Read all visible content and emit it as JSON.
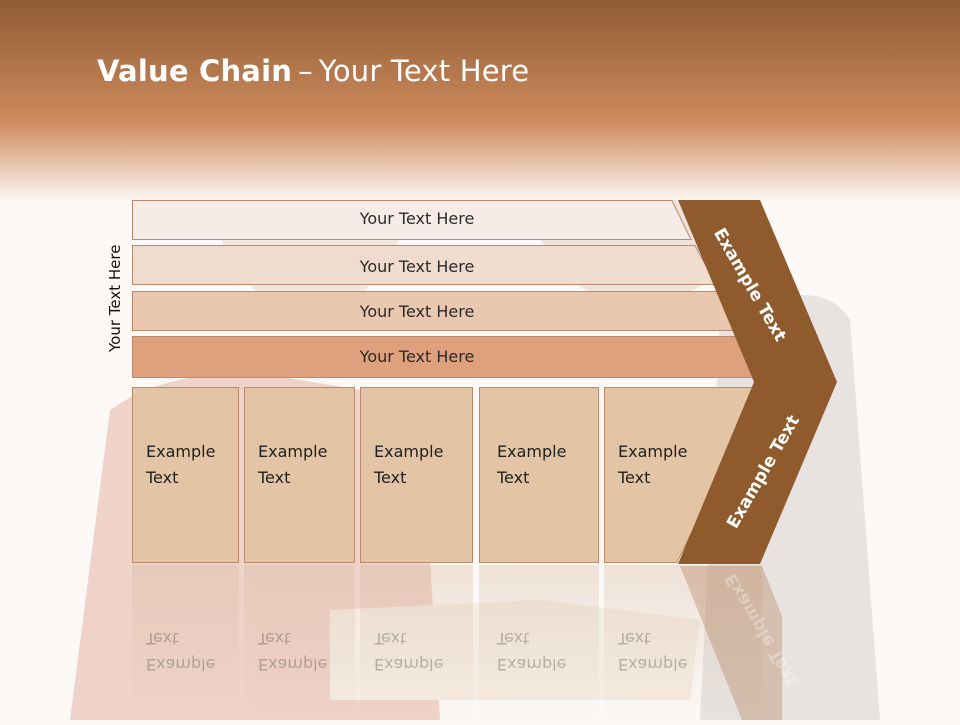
{
  "title": {
    "bold": "Value Chain",
    "dash": "–",
    "rest": "Your Text Here"
  },
  "side_label": "Your Text Here",
  "support_rows": [
    {
      "label": "Your Text Here"
    },
    {
      "label": "Your Text Here"
    },
    {
      "label": "Your Text Here"
    },
    {
      "label": "Your Text Here"
    }
  ],
  "primary_boxes": [
    {
      "line1": "Example",
      "line2": "Text"
    },
    {
      "line1": "Example",
      "line2": "Text"
    },
    {
      "line1": "Example",
      "line2": "Text"
    },
    {
      "line1": "Example",
      "line2": "Text"
    },
    {
      "line1": "Example",
      "line2": "Text"
    }
  ],
  "margin_labels": {
    "upper": "Example Text",
    "lower": "Example Text"
  },
  "colors": {
    "header_top": "#8f5c34",
    "header_bottom": "#cd8a5c",
    "row_fills": [
      "#f6ebe6",
      "#f0dcce",
      "#eac7af",
      "#dea07d"
    ],
    "box_fill": "#e3c4a4",
    "chevron": "#8f5a2c",
    "border": "#b98a6c"
  }
}
